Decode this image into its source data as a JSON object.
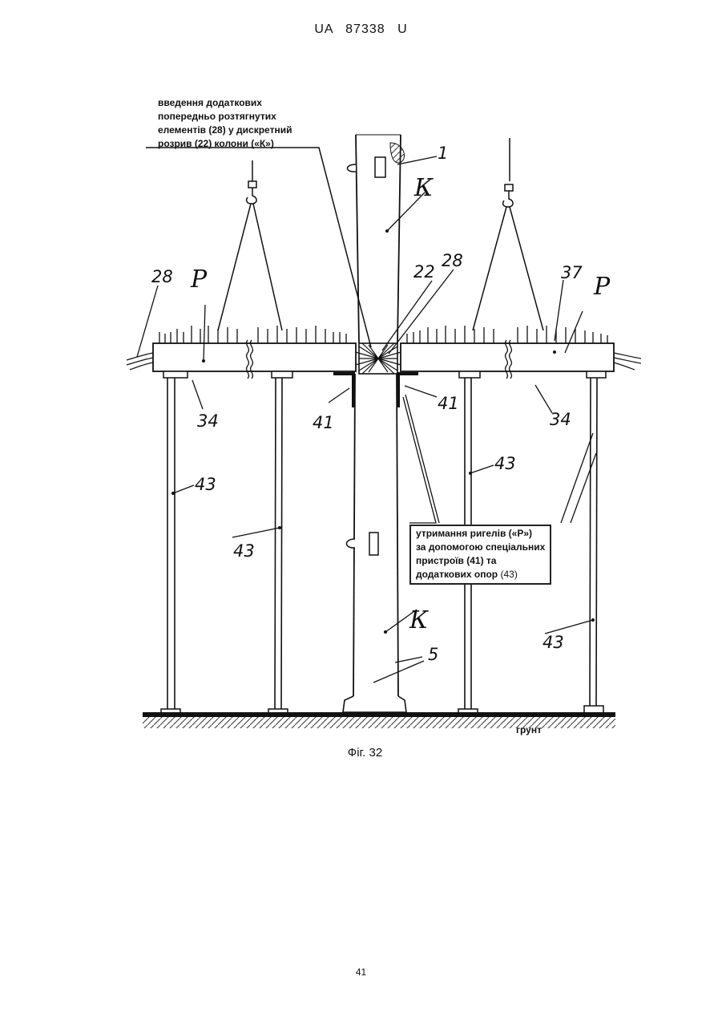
{
  "header": "UA 87338 U",
  "page_number": "41",
  "caption": "Фіг. 32",
  "note_top": {
    "lines": [
      "введення додаткових",
      "попередньо розтягнутих",
      "елементів (28) у дискретний",
      "розрив (22) колони («К»)"
    ]
  },
  "note_box": {
    "line1": "утримання ригелів («Р»)",
    "line2": "за допомогою спеціальних",
    "line3": "пристроїв (41) та",
    "line4_bold": "додаткових опор",
    "line4_plain": "(43)"
  },
  "ground_label": "грунт",
  "labels": {
    "column_top": "К",
    "column_bottom": "К",
    "beam_left": "Р",
    "beam_right": "Р",
    "l1": "1",
    "l5": "5",
    "l22": "22",
    "l28_left": "28",
    "l28_center": "28",
    "l37": "37",
    "l34_left": "34",
    "l34_right": "34",
    "l41_left": "41",
    "l41_right": "41",
    "l43_a": "43",
    "l43_b": "43",
    "l43_c": "43",
    "l43_d": "43"
  }
}
